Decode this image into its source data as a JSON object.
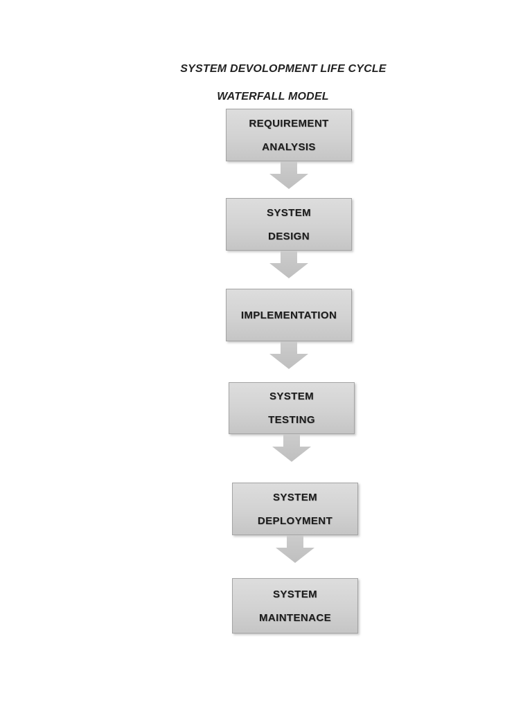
{
  "page": {
    "background": "#ffffff",
    "title": "SYSTEM DEVOLOPMENT LIFE CYCLE",
    "subtitle": "WATERFALL MODEL"
  },
  "diagram": {
    "type": "flowchart",
    "flow_direction": "top-to-bottom",
    "connector_icon": "down-arrow",
    "stages": [
      {
        "name": "requirement-analysis",
        "lines": [
          "REQUIREMENT",
          "ANALYSIS"
        ]
      },
      {
        "name": "system-design",
        "lines": [
          "SYSTEM",
          "DESIGN"
        ]
      },
      {
        "name": "implementation",
        "lines": [
          "IMPLEMENTATION"
        ]
      },
      {
        "name": "system-testing",
        "lines": [
          "SYSTEM",
          "TESTING"
        ]
      },
      {
        "name": "system-deployment",
        "lines": [
          "SYSTEM",
          "DEPLOYMENT"
        ]
      },
      {
        "name": "system-maintenace",
        "lines": [
          "SYSTEM",
          "MAINTENACE"
        ]
      }
    ],
    "colors": {
      "box_fill_top": "#dddddd",
      "box_fill_bottom": "#c5c5c5",
      "box_border": "#a3a3a3",
      "arrow_fill_top": "#cccccc",
      "arrow_fill_bottom": "#bfbfbf",
      "text": "#1c1c1c"
    }
  }
}
